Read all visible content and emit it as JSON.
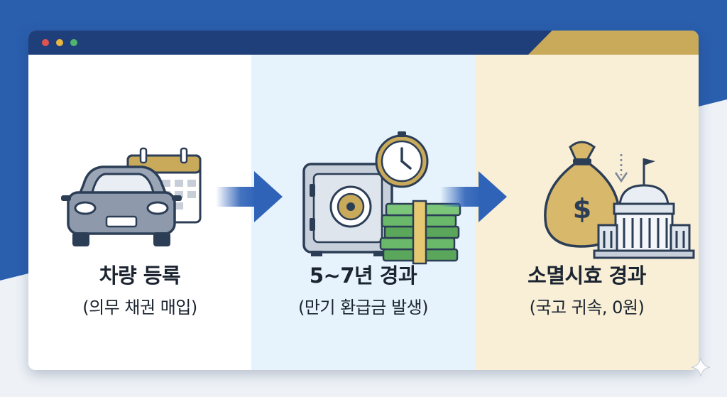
{
  "colors": {
    "background_blue": "#2a5fae",
    "titlebar": "#1f3f7a",
    "titlebar_accent": "#c9a95a",
    "panel_2": "#e7f3fc",
    "panel_3": "#f8efd6",
    "arrow_blue": "#2f63b8",
    "text": "#1b2430"
  },
  "window": {
    "buttons": [
      "close",
      "minimize",
      "maximize"
    ]
  },
  "steps": [
    {
      "title": "차량 등록",
      "subtitle": "(의무 채권 매입)",
      "icons": [
        "car-icon",
        "calendar-icon"
      ]
    },
    {
      "title": "5~7년 경과",
      "subtitle": "(만기 환급금 발생)",
      "icons": [
        "safe-icon",
        "clock-icon",
        "cash-stack-icon"
      ]
    },
    {
      "title": "소멸시효 경과",
      "subtitle": "(국고 귀속, 0원)",
      "icons": [
        "money-bag-icon",
        "government-building-icon"
      ]
    }
  ],
  "arrows": [
    "right-arrow-icon",
    "right-arrow-icon"
  ]
}
